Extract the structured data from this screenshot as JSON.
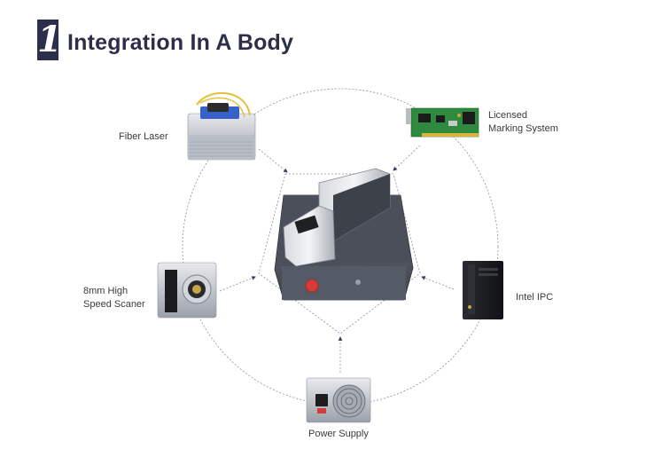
{
  "header": {
    "number": "1",
    "title": "Integration In A Body"
  },
  "components": {
    "fiber_laser": {
      "label": "Fiber Laser"
    },
    "marking_system": {
      "line1": "Licensed",
      "line2": "Marking System"
    },
    "scanner": {
      "line1": "8mm High",
      "line2": "Speed Scaner"
    },
    "ipc": {
      "label": "Intel IPC"
    },
    "power_supply": {
      "label": "Power Supply"
    }
  },
  "colors": {
    "title": "#2d2f4a",
    "badge": "#2d2f4a",
    "connector": "#8a8fa3",
    "machine_body": "#5a5f6b",
    "laser_button": "#d93a3a"
  }
}
